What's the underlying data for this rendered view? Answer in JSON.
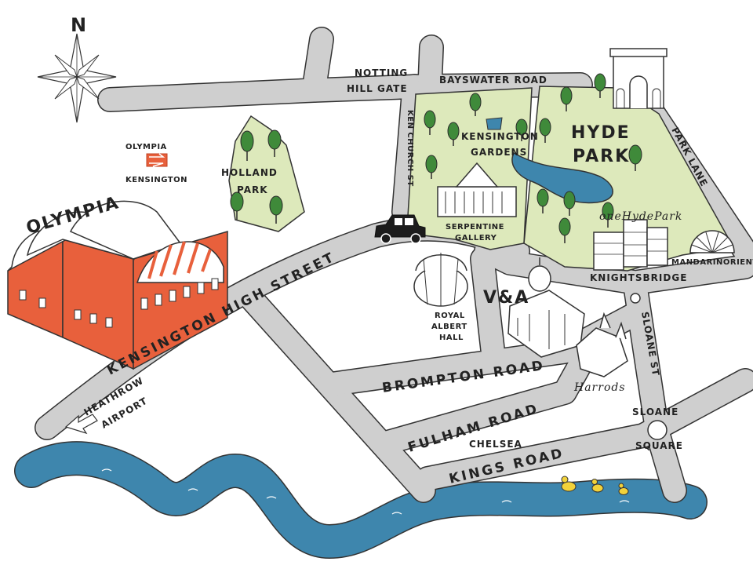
{
  "colors": {
    "road": "#cfcfcf",
    "park": "#dde9bb",
    "water": "#3e86ad",
    "olympia": "#e8603c",
    "tree": "#3f8a3a",
    "outline": "#333333"
  },
  "compass": {
    "north": "N"
  },
  "roads": {
    "notting_hill_gate_1": "NOTTING",
    "notting_hill_gate_2": "HILL GATE",
    "bayswater": "BAYSWATER ROAD",
    "kensington_church": "KEN CHURCH ST",
    "park_lane": "PARK LANE",
    "kensington_high_street": "KENSINGTON HIGH STREET",
    "brompton": "BROMPTON ROAD",
    "fulham": "FULHAM ROAD",
    "kings": "KINGS ROAD",
    "sloane_st": "SLOANE ST",
    "sloane_square_1": "SLOANE",
    "sloane_square_2": "SQUARE",
    "heathrow_1": "HEATHROW",
    "heathrow_2": "AIRPORT"
  },
  "places": {
    "olympia": "OLYMPIA",
    "olympia_station_1": "OLYMPIA",
    "olympia_station_2": "KENSINGTON",
    "holland_park_1": "HOLLAND",
    "holland_park_2": "PARK",
    "kensington_gardens_1": "KENSINGTON",
    "kensington_gardens_2": "GARDENS",
    "serpentine_1": "SERPENTINE",
    "serpentine_2": "GALLERY",
    "hyde_park_1": "HYDE",
    "hyde_park_2": "PARK",
    "one_hyde_park": "oneHydePark",
    "mandarin": "MANDARINORIENTAL",
    "knightsbridge": "KNIGHTSBRIDGE",
    "royal_albert_1": "ROYAL",
    "royal_albert_2": "ALBERT",
    "royal_albert_3": "HALL",
    "va": "V&A",
    "harrods": "Harrods",
    "chelsea": "CHELSEA"
  },
  "icons": {
    "compass": "compass-rose-icon",
    "rail": "national-rail-icon",
    "taxi": "black-cab-icon",
    "arrow": "left-arrow-icon",
    "ducks": "duck-icon"
  }
}
